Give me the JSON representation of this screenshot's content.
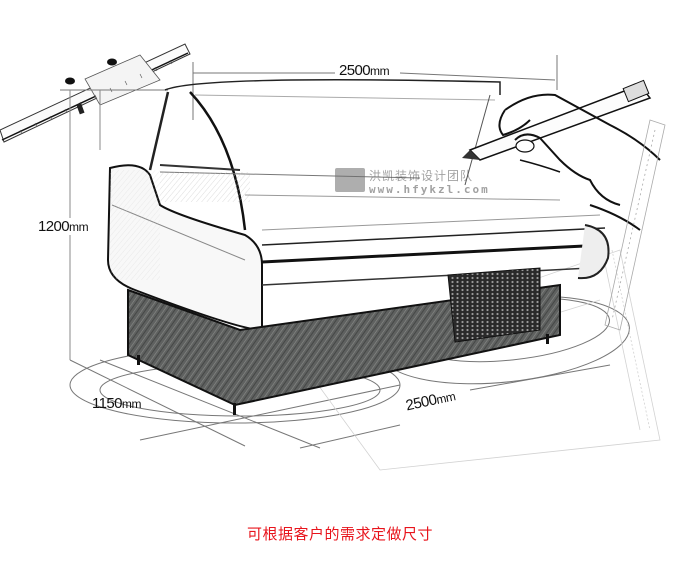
{
  "illustration": {
    "subject": "refrigerated deli display cabinet sketch",
    "dimensions": {
      "top_width": {
        "value": "2500",
        "unit": "mm"
      },
      "height": {
        "value": "1200",
        "unit": "mm"
      },
      "depth": {
        "value": "1150",
        "unit": "mm"
      },
      "bottom_width": {
        "value": "2500",
        "unit": "mm"
      }
    },
    "watermark": {
      "name_cn": "洪凯装饰设计团队",
      "url": "www.hfykzl.com"
    }
  },
  "caption": {
    "text": "可根据客户的需求定做尺寸",
    "color": "#e8141c"
  }
}
